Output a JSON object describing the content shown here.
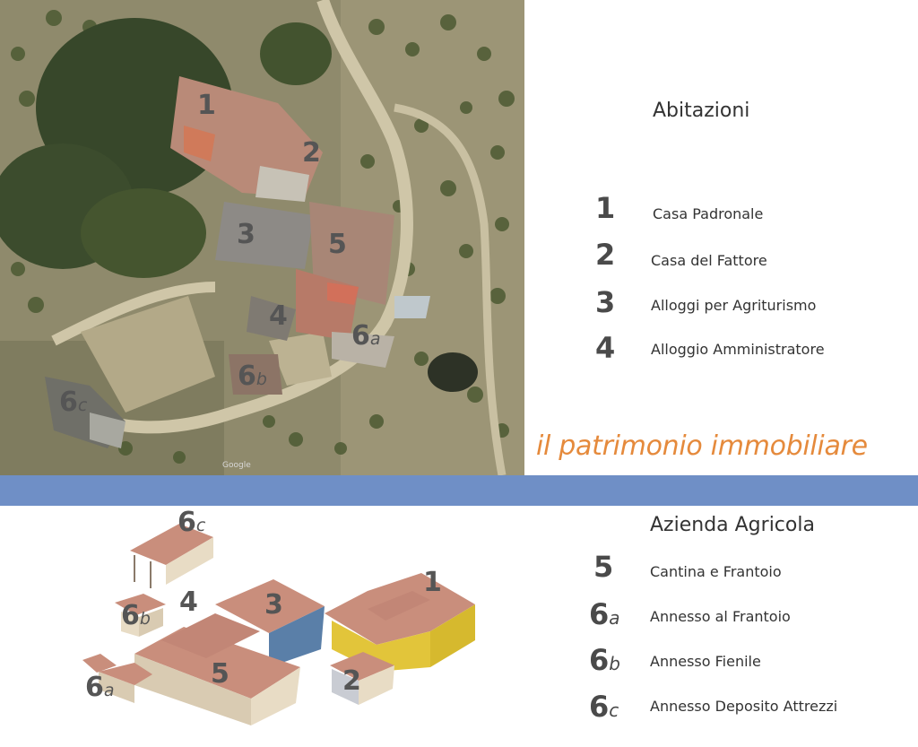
{
  "aerial_labels": [
    {
      "key": "1",
      "num": "1",
      "sub": ""
    },
    {
      "key": "2",
      "num": "2",
      "sub": ""
    },
    {
      "key": "3",
      "num": "3",
      "sub": ""
    },
    {
      "key": "4",
      "num": "4",
      "sub": ""
    },
    {
      "key": "5",
      "num": "5",
      "sub": ""
    },
    {
      "key": "6a",
      "num": "6",
      "sub": "a"
    },
    {
      "key": "6b",
      "num": "6",
      "sub": "b"
    },
    {
      "key": "6c",
      "num": "6",
      "sub": "c"
    }
  ],
  "watermark": "Google",
  "abitazioni": {
    "heading": "Abitazioni",
    "items": [
      {
        "num": "1",
        "sub": "",
        "label": "Casa Padronale"
      },
      {
        "num": "2",
        "sub": "",
        "label": "Casa del Fattore"
      },
      {
        "num": "3",
        "sub": "",
        "label": "Alloggi per Agriturismo"
      },
      {
        "num": "4",
        "sub": "",
        "label": "Alloggio Amministratore"
      }
    ]
  },
  "subtitle": "il patrimonio immobiliare",
  "azienda": {
    "heading": "Azienda Agricola",
    "items": [
      {
        "num": "5",
        "sub": "",
        "label": "Cantina e Frantoio"
      },
      {
        "num": "6",
        "sub": "a",
        "label": "Annesso al Frantoio"
      },
      {
        "num": "6",
        "sub": "b",
        "label": "Annesso Fienile"
      },
      {
        "num": "6",
        "sub": "c",
        "label": "Annesso Deposito Attrezzi"
      }
    ]
  },
  "iso_labels": [
    {
      "key": "1",
      "num": "1",
      "sub": ""
    },
    {
      "key": "2",
      "num": "2",
      "sub": ""
    },
    {
      "key": "3",
      "num": "3",
      "sub": ""
    },
    {
      "key": "4",
      "num": "4",
      "sub": ""
    },
    {
      "key": "5",
      "num": "5",
      "sub": ""
    },
    {
      "key": "6a",
      "num": "6",
      "sub": "a"
    },
    {
      "key": "6b",
      "num": "6",
      "sub": "b"
    },
    {
      "key": "6c",
      "num": "6",
      "sub": "c"
    }
  ],
  "colors": {
    "band": "#6f8fc6",
    "subtitle": "#e58a3c",
    "roof": "#c98e7c",
    "wall_yellow": "#e2c53a",
    "wall_blue": "#5a7fa8",
    "wall_beige": "#e8dcc5"
  }
}
